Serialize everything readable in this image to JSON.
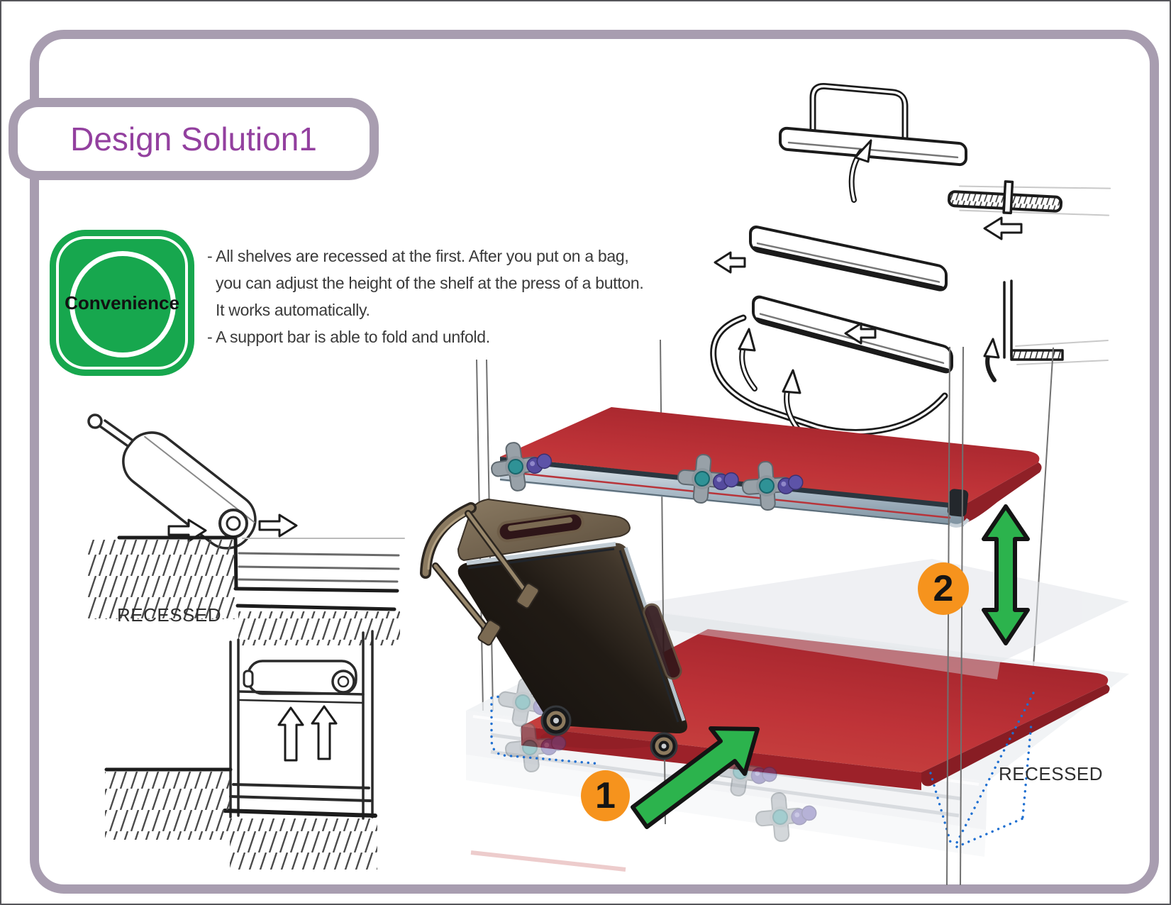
{
  "slide": {
    "title": "Design Solution1"
  },
  "badge": {
    "label": "Convenience",
    "color": "#17a74e"
  },
  "intro": {
    "lines": [
      "- All shelves are recessed at the first. After you put on a bag,",
      "you can adjust the height of the shelf at the press of a button.",
      "It works automatically.",
      "- A support bar is able to fold and unfold."
    ]
  },
  "labels": {
    "recessed_left": "RECESSED",
    "recessed_right": "RECESSED"
  },
  "steps": [
    {
      "number": "1"
    },
    {
      "number": "2"
    }
  ],
  "colors": {
    "frame_purple": "#a89db0",
    "title_purple": "#93409f",
    "badge_green": "#17a74e",
    "shelf_red": "#bf3338",
    "step_orange": "#f6931d",
    "arrow_green": "#2cb34d",
    "dotted_blue": "#1e6fd1",
    "sketch_ink": "#1c1c1c"
  }
}
